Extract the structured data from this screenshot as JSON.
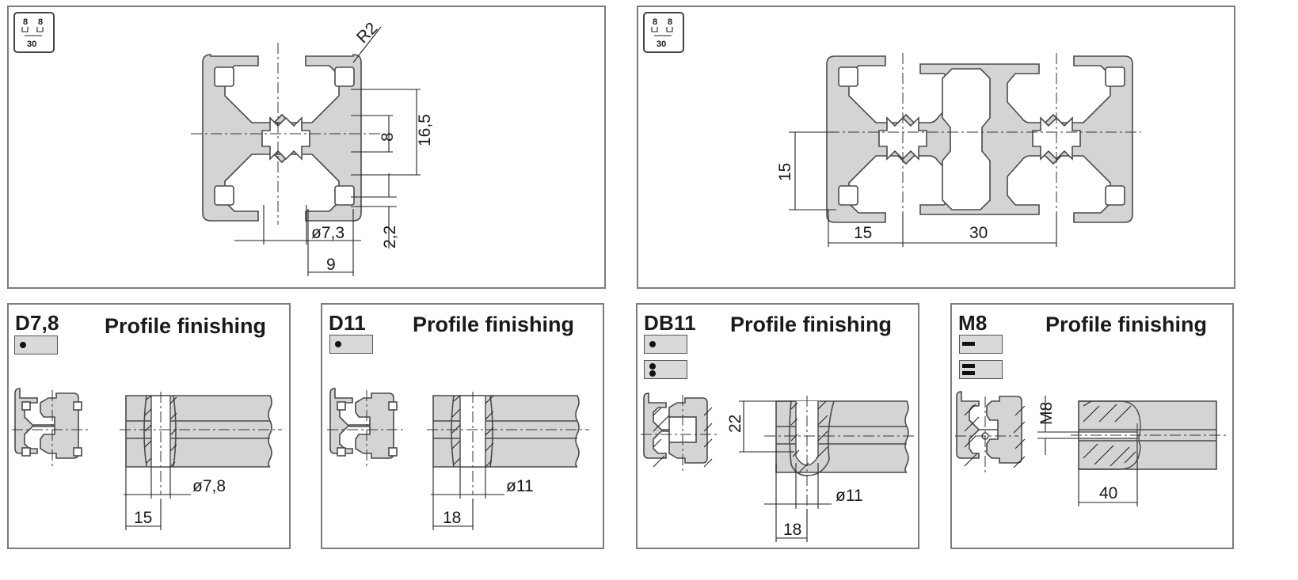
{
  "profile_30x30": {
    "size_icon": {
      "slot_left": "8",
      "slot_right": "8",
      "width": "30"
    },
    "dims": {
      "radius": "R2",
      "slot": "8",
      "height_inner": "16,5",
      "bore": "ø7,3",
      "wall": "2,2",
      "offset": "9"
    }
  },
  "profile_30x60": {
    "size_icon": {
      "slot_left": "8",
      "slot_right": "8",
      "width": "30"
    },
    "dims": {
      "height": "15",
      "left": "15",
      "right": "30"
    }
  },
  "finishing": [
    {
      "code": "D7,8",
      "title": "Profile finishing",
      "symbols": [
        "single-dot"
      ],
      "diameter": "ø7,8",
      "distance": "15"
    },
    {
      "code": "D11",
      "title": "Profile finishing",
      "symbols": [
        "single-dot"
      ],
      "diameter": "ø11",
      "distance": "18"
    },
    {
      "code": "DB11",
      "title": "Profile finishing",
      "symbols": [
        "single-dot",
        "double-dot"
      ],
      "depth": "22",
      "diameter": "ø11",
      "distance": "18"
    },
    {
      "code": "M8",
      "title": "Profile finishing",
      "symbols": [
        "single-bar",
        "double-bar"
      ],
      "thread": "M8",
      "length": "40"
    }
  ],
  "colors": {
    "profile_fill": "#d4d4d4",
    "outline": "#4a4a4a",
    "frame": "#7c7c7c"
  }
}
